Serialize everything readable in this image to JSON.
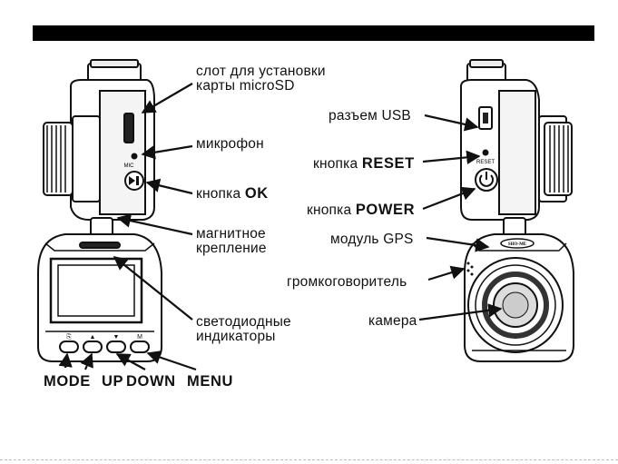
{
  "labels": {
    "sd_slot_line1": "слот для установки",
    "sd_slot_line2": "карты microSD",
    "mic": "микрофон",
    "ok_prefix": "кнопка",
    "ok_bold": "OK",
    "mount_line1": "магнитное",
    "mount_line2": "крепление",
    "led_line1": "светодиодные",
    "led_line2": "индикаторы",
    "usb": "разъем USB",
    "reset_prefix": "кнопка",
    "reset_bold": "RESET",
    "power_prefix": "кнопка",
    "power_bold": "POWER",
    "gps": "модуль GPS",
    "speaker": "громкоговоритель",
    "camera": "камера"
  },
  "device_markings": {
    "mic": "MIC",
    "reset": "RESET",
    "brand": "SHO-ME"
  },
  "buttons": [
    "MODE",
    "UP",
    "DOWN",
    "MENU"
  ]
}
